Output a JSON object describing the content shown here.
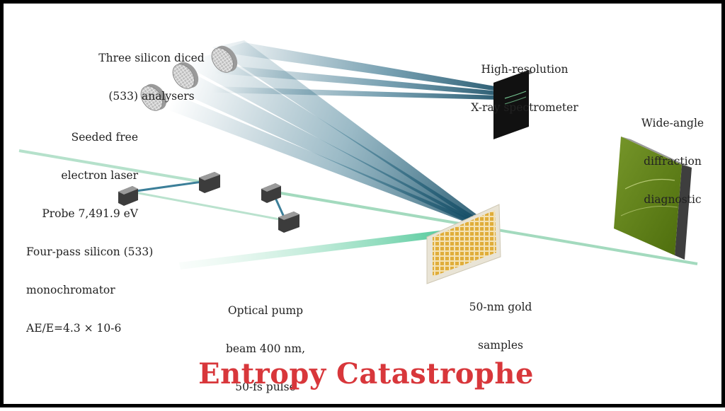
{
  "labels": {
    "analysers": [
      "Three silicon diced",
      "(533) analysers"
    ],
    "spectrometer": [
      "High-resolution",
      "X-ray spectrometer"
    ],
    "laser": [
      "Seeded free",
      "electron laser",
      "Probe 7,491.9 eV"
    ],
    "diffraction": [
      "Wide-angle",
      "diffraction",
      "diagnostic"
    ],
    "monochromator": [
      "Four-pass silicon (533)",
      "monochromator",
      "AE/E=4.3 × 10-6"
    ],
    "pump": [
      "Optical pump",
      "beam 400 nm,",
      "50-fs pulse"
    ],
    "samples": [
      "50-nm gold",
      "samples"
    ]
  },
  "title": "Entropy Catastrophe",
  "colors": {
    "title": "#d8373b",
    "beam_teal": "#1f5f78",
    "fel_beam": "#9ad7b8",
    "detector_green": "#5d7f14",
    "gold": "#e0ad3a"
  }
}
